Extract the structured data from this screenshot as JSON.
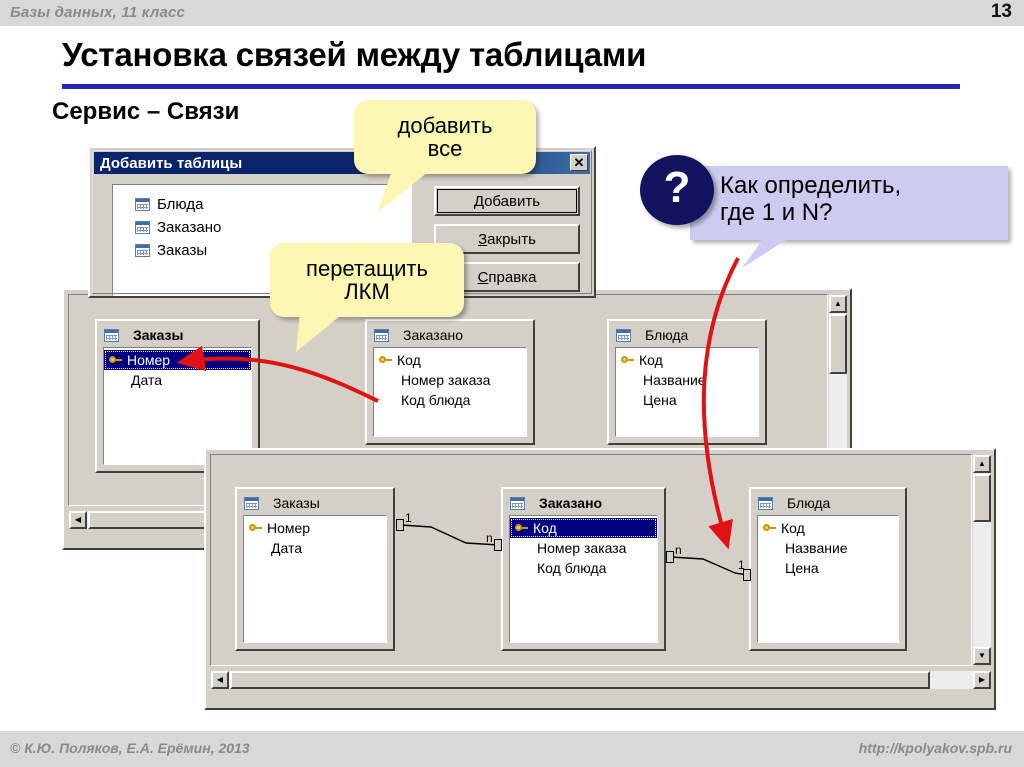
{
  "banner": {
    "course_title": "Базы данных, 11 класс",
    "page_number": "13"
  },
  "slide": {
    "title": "Установка связей между таблицами",
    "subtitle": "Сервис – Связи"
  },
  "dialog": {
    "caption": "Добавить таблицы",
    "close_glyph": "✕",
    "tables": [
      {
        "name": "Блюда"
      },
      {
        "name": "Заказано"
      },
      {
        "name": "Заказы"
      }
    ],
    "buttons": [
      {
        "accel": "Д",
        "rest": "обавить"
      },
      {
        "accel": "З",
        "rest": "акрыть"
      },
      {
        "accel": "С",
        "rest": "правка"
      }
    ]
  },
  "callouts": {
    "add_all": "добавить\nвсе",
    "drag_lmb": "перетащить\nЛКМ"
  },
  "question": {
    "mark": "?",
    "line1": "Как определить,",
    "line2": "где 1 и N?"
  },
  "rel_window_middle": {
    "cards": [
      {
        "name": "Заказы",
        "bold": true,
        "fields": [
          {
            "label": "Номер",
            "key": true,
            "selected": true
          },
          {
            "label": "Дата",
            "key": false,
            "selected": false
          }
        ]
      },
      {
        "name": "Заказано",
        "bold": false,
        "fields": [
          {
            "label": "Код",
            "key": true,
            "selected": false
          },
          {
            "label": "Номер заказа",
            "key": false,
            "selected": false
          },
          {
            "label": "Код блюда",
            "key": false,
            "selected": false
          }
        ]
      },
      {
        "name": "Блюда",
        "bold": false,
        "fields": [
          {
            "label": "Код",
            "key": true,
            "selected": false
          },
          {
            "label": "Название",
            "key": false,
            "selected": false
          },
          {
            "label": "Цена",
            "key": false,
            "selected": false
          }
        ]
      }
    ]
  },
  "rel_window_bottom": {
    "cards": [
      {
        "name": "Заказы",
        "bold": false,
        "fields": [
          {
            "label": "Номер",
            "key": true,
            "selected": false
          },
          {
            "label": "Дата",
            "key": false,
            "selected": false
          }
        ]
      },
      {
        "name": "Заказано",
        "bold": true,
        "fields": [
          {
            "label": "Код",
            "key": true,
            "selected": true
          },
          {
            "label": "Номер заказа",
            "key": false,
            "selected": false
          },
          {
            "label": "Код блюда",
            "key": false,
            "selected": false
          }
        ]
      },
      {
        "name": "Блюда",
        "bold": false,
        "fields": [
          {
            "label": "Код",
            "key": true,
            "selected": false
          },
          {
            "label": "Название",
            "key": false,
            "selected": false
          },
          {
            "label": "Цена",
            "key": false,
            "selected": false
          }
        ]
      }
    ],
    "relationship_labels": {
      "one_left": "1",
      "many_left": "n",
      "many_right": "n",
      "one_right": "1"
    }
  },
  "scrollbar": {
    "up_glyph": "▲",
    "down_glyph": "▼",
    "left_glyph": "◀",
    "right_glyph": "▶"
  },
  "footer": {
    "copyright": "© К.Ю. Поляков, Е.А. Ерёмин, 2013",
    "url": "http://kpolyakov.spb.ru"
  },
  "colors": {
    "accent_rule": "#2626b0",
    "caption_bar": "#0a246a",
    "selection": "#000080",
    "callout_bg": "#fbf6b2",
    "question_bg": "#ccccf0",
    "question_bubble": "#12125e",
    "arrow_red": "#e11212",
    "chrome": "#d4d0c8"
  }
}
